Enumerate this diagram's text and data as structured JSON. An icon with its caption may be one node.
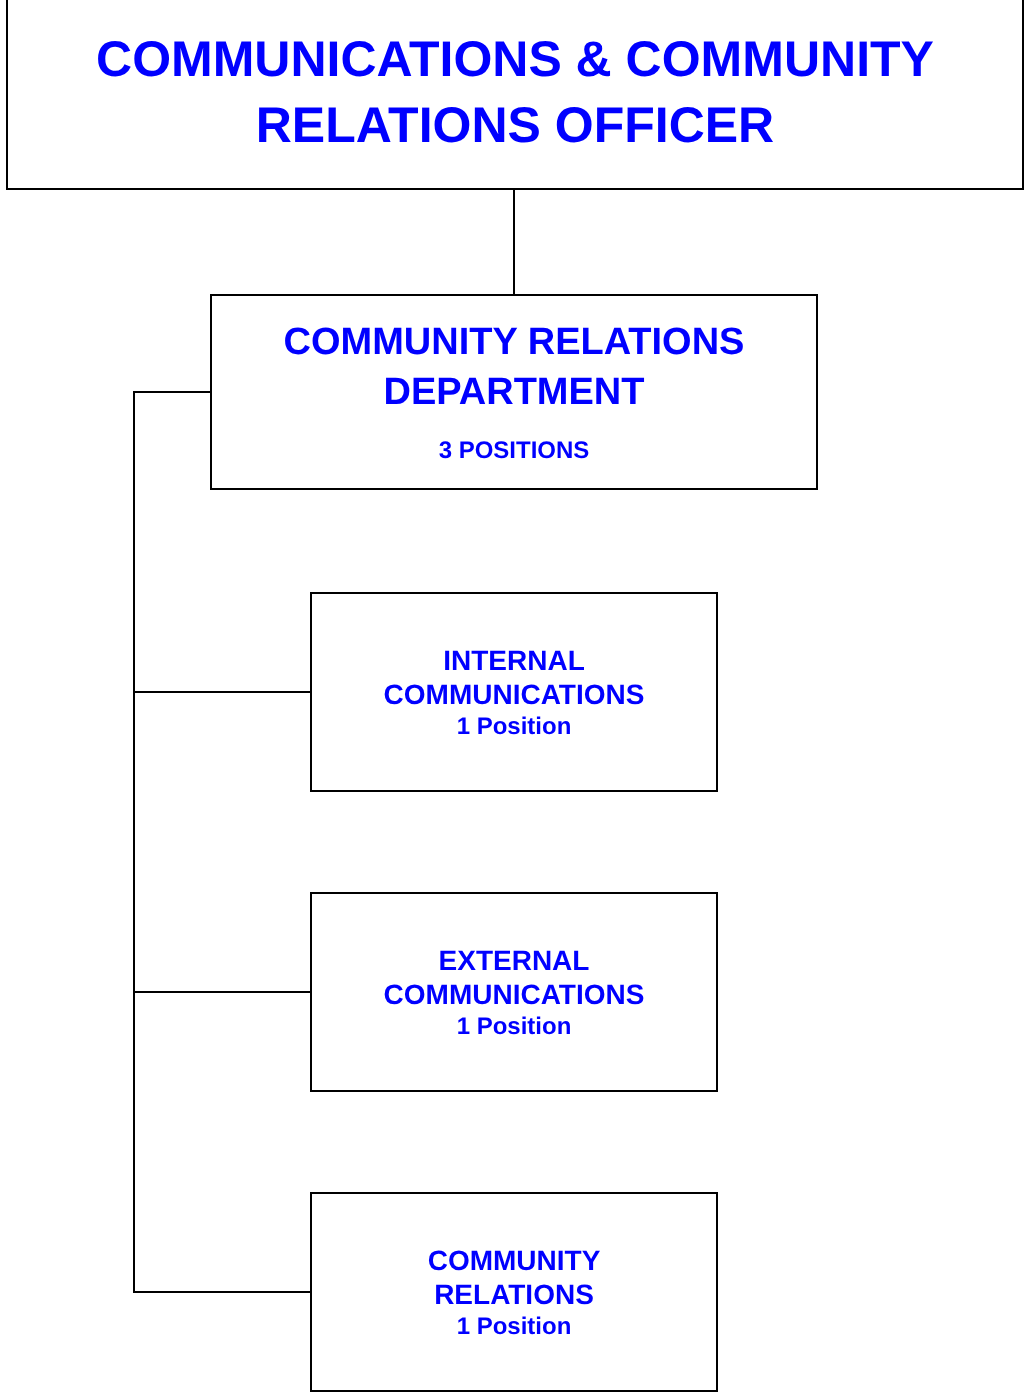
{
  "diagram": {
    "nodes": [
      {
        "text": [
          "COMMUNICATIONS & COMMUNITY RELATIONS OFFICER"
        ]
      },
      {
        "text": [
          "COMMUNITY RELATIONS DEPARTMENT",
          "3 POSITIONS"
        ]
      },
      {
        "text": [
          "INTERNAL COMMUNICATIONS",
          "1 Position"
        ]
      },
      {
        "text": [
          "EXTERNAL COMMUNICATIONS",
          "1 Position"
        ]
      },
      {
        "text": [
          "COMMUNITY RELATIONS",
          "1 Position"
        ]
      }
    ],
    "edges": [
      {
        "from": 0,
        "to": 1,
        "arrow": "none"
      },
      {
        "from": 1,
        "to": 2,
        "arrow": "none"
      },
      {
        "from": 1,
        "to": 3,
        "arrow": "none"
      },
      {
        "from": 1,
        "to": 4,
        "arrow": "none"
      }
    ]
  }
}
